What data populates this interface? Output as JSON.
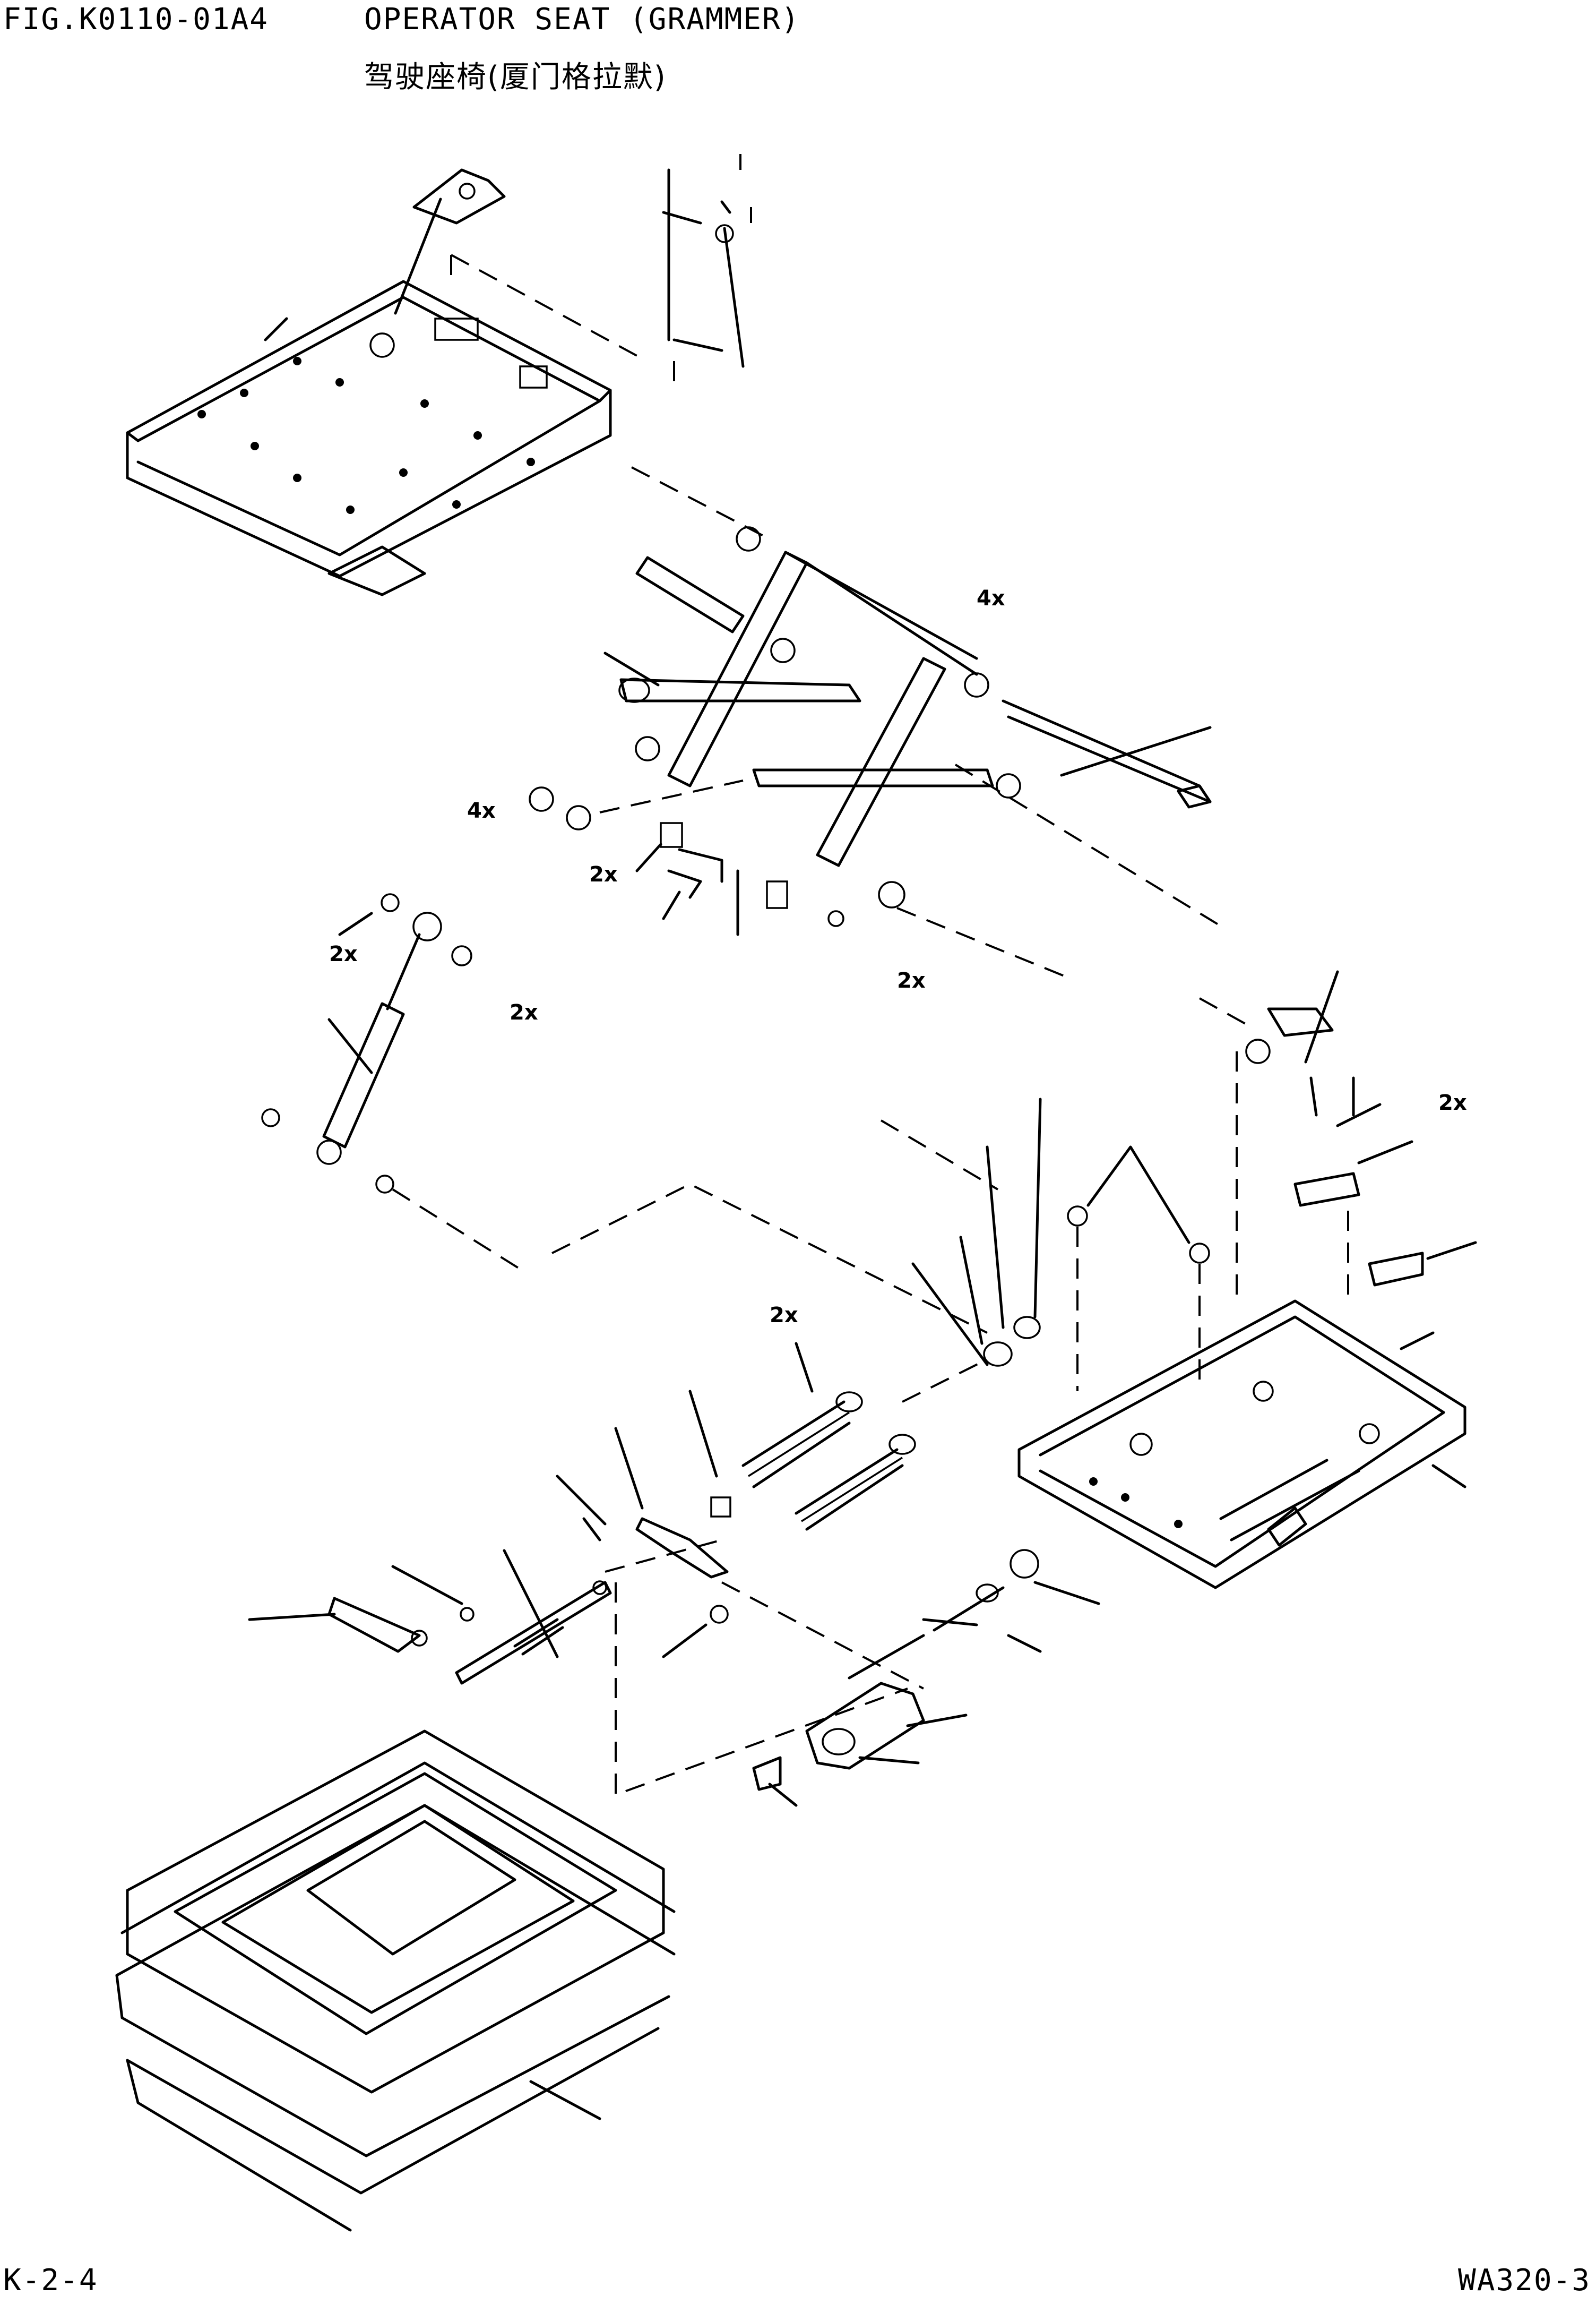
{
  "header": {
    "figure_no": "FIG.K0110-01A4",
    "title_en": "OPERATOR SEAT (GRAMMER)",
    "title_zh": "驾驶座椅(厦门格拉默)"
  },
  "footer": {
    "page_no": "K-2-4",
    "model": "WA320-3"
  },
  "quantity_labels": [
    "4x",
    "4x",
    "2x",
    "2x",
    "2x",
    "2x",
    "2x",
    "2x"
  ]
}
